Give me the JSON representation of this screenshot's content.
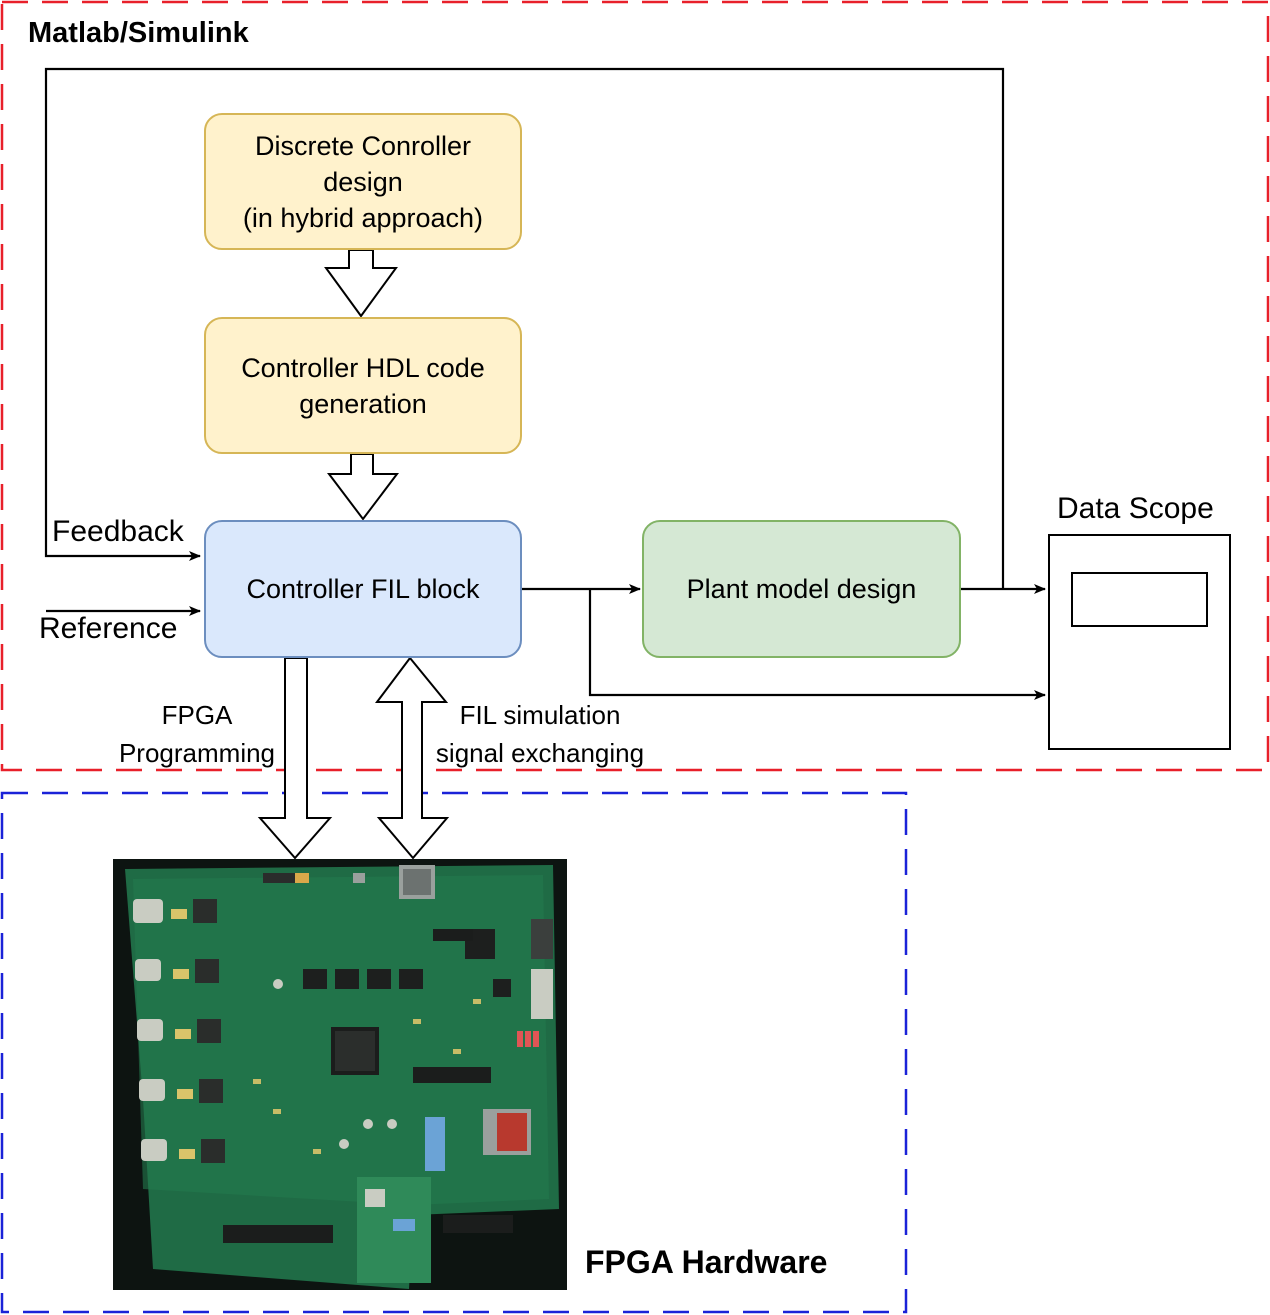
{
  "regions": {
    "software": "Matlab/Simulink",
    "hardware": "FPGA Hardware"
  },
  "blocks": {
    "discrete_controller": [
      "Discrete Conroller",
      "design",
      "(in hybrid approach)"
    ],
    "hdl_codegen": [
      "Controller HDL code",
      "generation"
    ],
    "fil_block": "Controller FIL block",
    "plant_model": "Plant model design",
    "data_scope": "Data Scope"
  },
  "signals": {
    "feedback": "Feedback",
    "reference": "Reference",
    "fpga_programming": [
      "FPGA",
      "Programming"
    ],
    "fil_exchange": [
      "FIL simulation",
      "signal exchanging"
    ]
  },
  "colors": {
    "software_border": "#e8202a",
    "hardware_border": "#1a22d8",
    "yellow_fill": "#fff2cc",
    "yellow_stroke": "#d6b656",
    "blue_fill": "#dae8fc",
    "blue_stroke": "#6c8ebf",
    "green_fill": "#d5e8d4",
    "green_stroke": "#82b366",
    "pcb_green": "#1f6b45"
  }
}
